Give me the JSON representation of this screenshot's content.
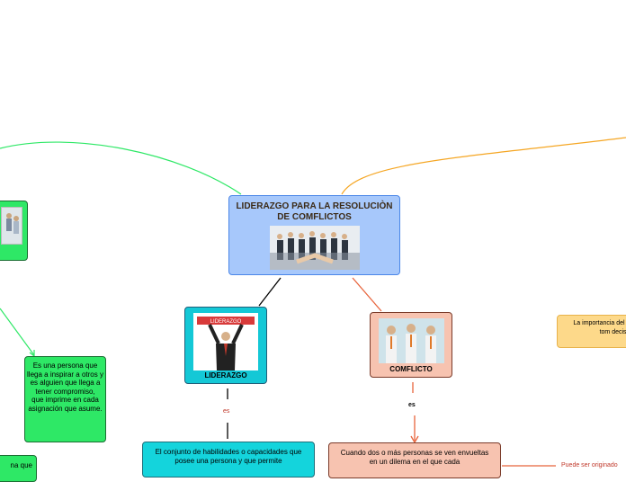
{
  "root": {
    "title": "LIDERAZGO PARA LA RESOLUCIÒN DE COMFLICTOS"
  },
  "liderazgo": {
    "label": "LIDERAZGO",
    "banner": "LIDERAZGO"
  },
  "conflicto": {
    "label": "COMFLICTO"
  },
  "connectors": {
    "es_lid": "es",
    "es_con": "es",
    "puede": "Puede ser originado"
  },
  "nodes": {
    "person_def": "Es una persona que\nllega a inspirar a otros y es alguien que llega a tener compromiso,\nque imprime en cada asignación que asume.",
    "lid_def": "El conjunto de habilidades o capacidades que posee una persona y que permite",
    "con_def": "Cuando dos o más personas se ven envueltas en un dilema en el que cada",
    "right_note": "La importancia del la tom decisio",
    "left_bottom": "na que"
  },
  "colors": {
    "root": "#a7c8fb",
    "liderazgo": "#14c8d6",
    "conflicto": "#f7c3b0",
    "green": "#2ee866",
    "orange_line": "#f5a623",
    "green_line": "#2ee866"
  }
}
